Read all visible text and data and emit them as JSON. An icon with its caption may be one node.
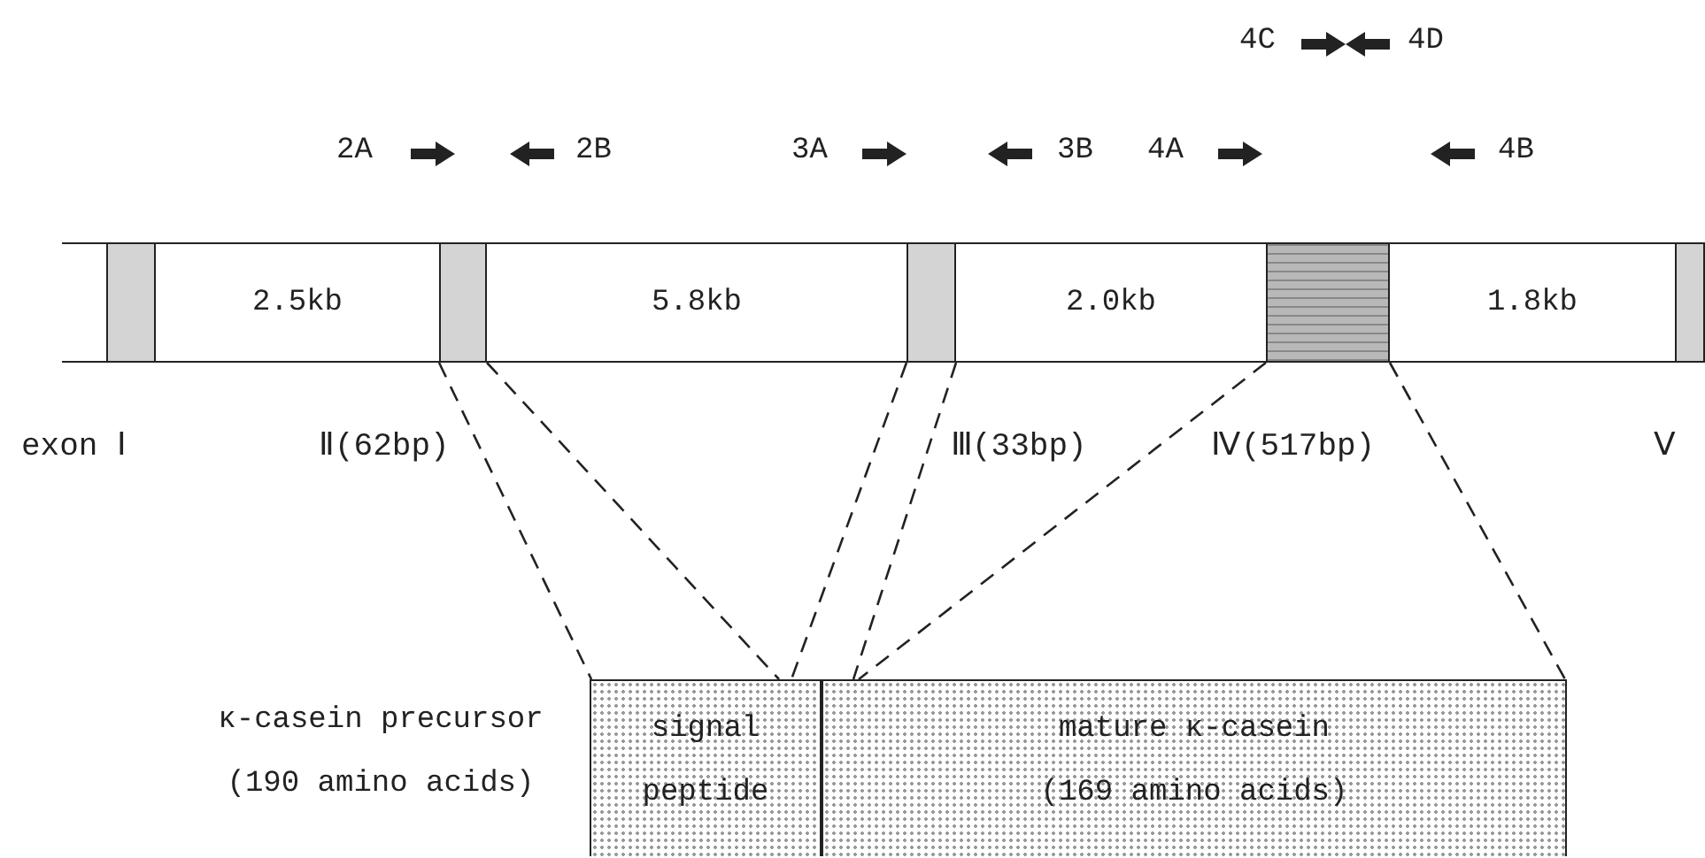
{
  "diagram": {
    "nodes": [
      {
        "text": [],
        "shape": "bar",
        "beside": [
          "exon Ⅰ"
        ]
      },
      {
        "text": [
          "2.5kb"
        ]
      },
      {
        "text": [],
        "shape": "bar",
        "beside": [
          "Ⅱ(62bp)"
        ]
      },
      {
        "text": [
          "5.8kb"
        ]
      },
      {
        "text": [],
        "shape": "bar",
        "beside": [
          "Ⅲ(33bp)"
        ]
      },
      {
        "text": [
          "2.0kb"
        ]
      },
      {
        "text": [],
        "shape": "bar",
        "beside": [
          "Ⅳ(517bp)"
        ]
      },
      {
        "text": [
          "1.8kb"
        ]
      },
      {
        "text": [],
        "shape": "bar",
        "beside": [
          "Ⅴ"
        ]
      },
      {
        "text": [
          "signal peptide"
        ]
      },
      {
        "text": [
          "mature κ-casein (169 amino acids)"
        ]
      }
    ],
    "edges": [
      {
        "from": 2,
        "to": 9,
        "arrow": "none",
        "style": "dashed"
      },
      {
        "from": 2,
        "to": 9,
        "arrow": "none",
        "style": "dashed"
      },
      {
        "from": 4,
        "to": 9,
        "arrow": "none",
        "style": "dashed"
      },
      {
        "from": 4,
        "to": 10,
        "arrow": "none",
        "style": "dashed"
      },
      {
        "from": 6,
        "to": 10,
        "arrow": "none",
        "style": "dashed"
      },
      {
        "from": 6,
        "to": 10,
        "arrow": "none",
        "style": "dashed"
      }
    ],
    "labels": [
      "4C",
      "4D",
      "2A",
      "2B",
      "3A",
      "3B",
      "4A",
      "4B",
      "κ-casein precursor (190 amino acids)"
    ]
  }
}
